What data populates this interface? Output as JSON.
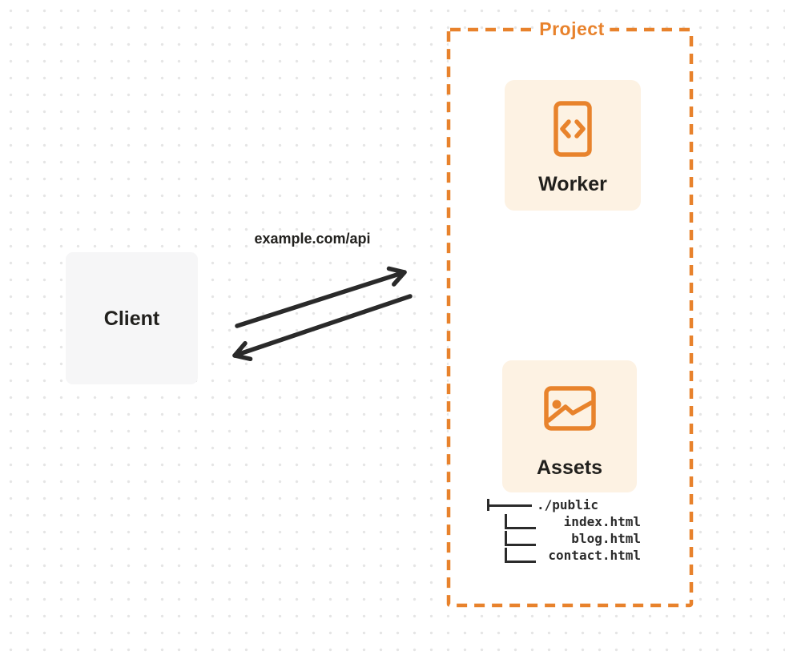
{
  "client": {
    "label": "Client"
  },
  "request": {
    "label": "example.com/api"
  },
  "project": {
    "label": "Project",
    "worker": {
      "label": "Worker",
      "icon": "code-document-icon"
    },
    "assets": {
      "label": "Assets",
      "icon": "image-icon"
    },
    "file_tree": {
      "root": "./public",
      "files": [
        "index.html",
        "blog.html",
        "contact.html"
      ]
    }
  },
  "arrows": {
    "request_direction": "client-to-project",
    "response_direction": "project-to-client"
  },
  "colors": {
    "accent_orange": "#e8822c",
    "card_cream": "#fdf2e3",
    "client_gray": "#f6f6f7",
    "ink": "#262626",
    "dot_grid": "#e5e5e5"
  }
}
